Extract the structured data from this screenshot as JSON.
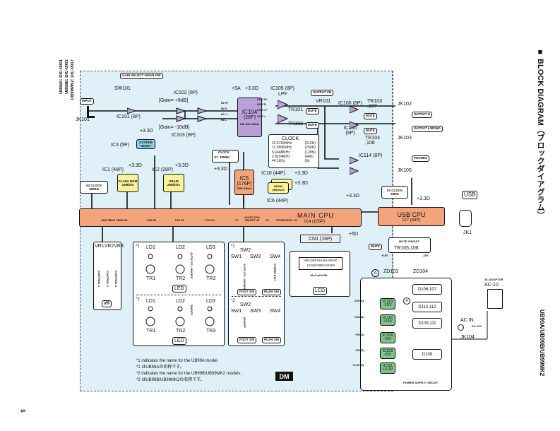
{
  "page": {
    "page_number": "5",
    "side_title": "■ BLOCK DIAGRAM（ブロックダイアグラム）",
    "side_models": "UB99A/UB99B/UB99MK2",
    "model_codes": [
      {
        "model": "UB99A:",
        "code": "DIC-0001"
      },
      {
        "model": "UB99B:",
        "code": "DIC-0002"
      },
      {
        "model": "UB99MK2:",
        "code": "DIC-0017"
      }
    ],
    "dm_badge": "DM"
  },
  "input": {
    "jack": "JK101",
    "label": "INPUT",
    "sw": "SW101",
    "gain_select": "GAIN SELECT HIGH/LOW",
    "ic101": "IC101 (8P)",
    "ic102": "IC102 (8P)",
    "gain_high": "[Gain= +8dB]",
    "ic103": "IC103 (8P)",
    "gain_low": "[Gain= -10dB]"
  },
  "codec": {
    "name": "IC104",
    "pins": "(28P)",
    "desc": "A/D D/A 24bits",
    "power1": "+5A",
    "power2": "+3.3D",
    "inputs": [
      "IN R+",
      "IN R-",
      "IN L+",
      "IN L-"
    ],
    "outputs": [
      "OUT R+",
      "OUT R-",
      "OUT L+",
      "OUT L-"
    ]
  },
  "lpf": {
    "ic105": "IC105 (8P)",
    "lpf": "LPF",
    "tr101": "TR101",
    "tr102": "TR102",
    "mute": "MUTE"
  },
  "output": {
    "vr_label": "OUTPUT VR",
    "vr101": "VR101",
    "ic106a": "IC106 (8P)",
    "ic106b": "IC106 (8P)",
    "tr103": "TR103 ,107",
    "tr104": "TR104 ,108",
    "ic114": "IC114 (8P)",
    "jk102": "JK102",
    "out_r": "OUTPUT R",
    "jk103": "JK103",
    "out_l": "OUTPUT L/MONO",
    "jk105": "JK105",
    "phones": "PHONES"
  },
  "clock_box": {
    "title": "CLOCK",
    "rows": [
      [
        "22.5792MHz",
        "(512fs)"
      ],
      [
        "11.2896MHz",
        "(256fs)"
      ],
      [
        "5.6448MHz",
        "(128fs)"
      ],
      [
        "2.8224MHz",
        "(64fs)"
      ],
      [
        "44.1kHz",
        "(fs)"
      ]
    ]
  },
  "dsp": {
    "clock_title": "CLOCK",
    "clock_x": "X1",
    "clock_freq": "30MHz",
    "name": "IC5",
    "pins": "(176P)",
    "desc": "DSP 32bits",
    "power": "+3.3D",
    "ic10": "IC10 (44P)",
    "ic6": "IC6 (44P)",
    "dram": "DRAM 4Mbitsx2",
    "dram_power1": "+3.3D",
    "dram_power2": "+3.3D"
  },
  "reset": {
    "ic3": "IC3 (5P)",
    "label": "SYSTEM RESET",
    "power": "+3.3D"
  },
  "flash": {
    "ic1": "IC1 (48P)",
    "label": "FLASH ROM 16Mbits",
    "power": "+3.3D"
  },
  "sram": {
    "ic2": "IC2 (28P)",
    "label": "SRAM 256kbits",
    "power": "+3.3D"
  },
  "clock2": {
    "x": "X2",
    "title": "CLOCK",
    "freq": "16MHz"
  },
  "main_cpu": {
    "name": "MAIN CPU",
    "ic": "IC4 (100P)",
    "pins": [
      "AN0 78",
      "AN1 79",
      "AN2 80",
      "P00 58",
      "P01 59",
      "P02 60",
      "17",
      "(AUTO F.P.) ON/OFF 16",
      "15",
      "STORE/EXIT 13"
    ]
  },
  "usb": {
    "clock_x": "X3",
    "clock_title": "CLOCK",
    "clock_freq": "6MHz",
    "name": "USB CPU",
    "ic": "IC7 (64P)",
    "power": "+3.3D",
    "badge": "USB",
    "jack": "JK1"
  },
  "power_rail": "+3.3D",
  "cn1": {
    "label": "CN1 (16P)",
    "power": "+5D"
  },
  "lcd": {
    "line1": "ABCDEFGHIJKLMNOP",
    "line2": "1234567890123456",
    "spec": "16x2 with B/L",
    "label": "LCD"
  },
  "vr": {
    "items": [
      "VR1",
      "VR2",
      "VR3"
    ],
    "controls": [
      "CONTROL 1",
      "CONTROL 2",
      "CONTROL 3"
    ],
    "label": "VR"
  },
  "led": {
    "mark1": "*1",
    "mark2": "*2",
    "lds": [
      "LD1",
      "LD2",
      "LD3"
    ],
    "trs": [
      "TR1",
      "TR2",
      "TR3"
    ],
    "ld2_note1": "AUTO F.P. / ON/OFF",
    "ld2_note2": "ON/OFF",
    "label": "LED"
  },
  "sw": {
    "mark1": "*1",
    "mark2": "*2",
    "items": [
      "SW1",
      "SW2",
      "SW3",
      "SW4"
    ],
    "sw2_note1": "AUTO F.P. / ON/OFF",
    "sw2_note2": "ON/OFF",
    "sw4_note": "STORE/ EXIT",
    "foot": "FOOT SW",
    "push": "PUSH SW"
  },
  "notes": [
    "*1 indicates the name for the UB99A model.",
    "*1 はUB99Aの名称です。",
    "*2 indicates the name for the UB99B/UB99MK2 models.",
    "*2 はUB99B/UB99MK2の名称です。"
  ],
  "mute_circuit": {
    "title": "MUTE CIRCUIT",
    "tr": "TR105,106",
    "mute": "MUTE",
    "plus": "+15V",
    "minus": "-15V",
    "zd103": "ZD103",
    "zd104": "ZD104",
    "node": "A"
  },
  "psu": {
    "diodes": [
      "D106,107",
      "D110,112",
      "D109,111",
      "D108"
    ],
    "regs": [
      {
        "rail": "-15V(A)",
        "ic": "IC113",
        "v": "-15V"
      },
      {
        "rail": "+15V(A)",
        "ic": "IC112",
        "v": "+15V"
      },
      {
        "rail": "+5V(A)",
        "ic": "IC108",
        "v": "+5V"
      },
      {
        "rail": "+5V(D)",
        "ic": "IC109",
        "v": "+5V"
      },
      {
        "rail": "+3.3V(D)",
        "ic": "IC111",
        "v": "+3.3V"
      }
    ],
    "label": "POWER SUPPLY CIRCUIT",
    "node": "A"
  },
  "ac": {
    "adaptor_label": "AC ADAPTOR",
    "adaptor_model": "AC-10",
    "ac_in": "AC IN",
    "plug": "AC 12V",
    "jack": "JK104"
  }
}
